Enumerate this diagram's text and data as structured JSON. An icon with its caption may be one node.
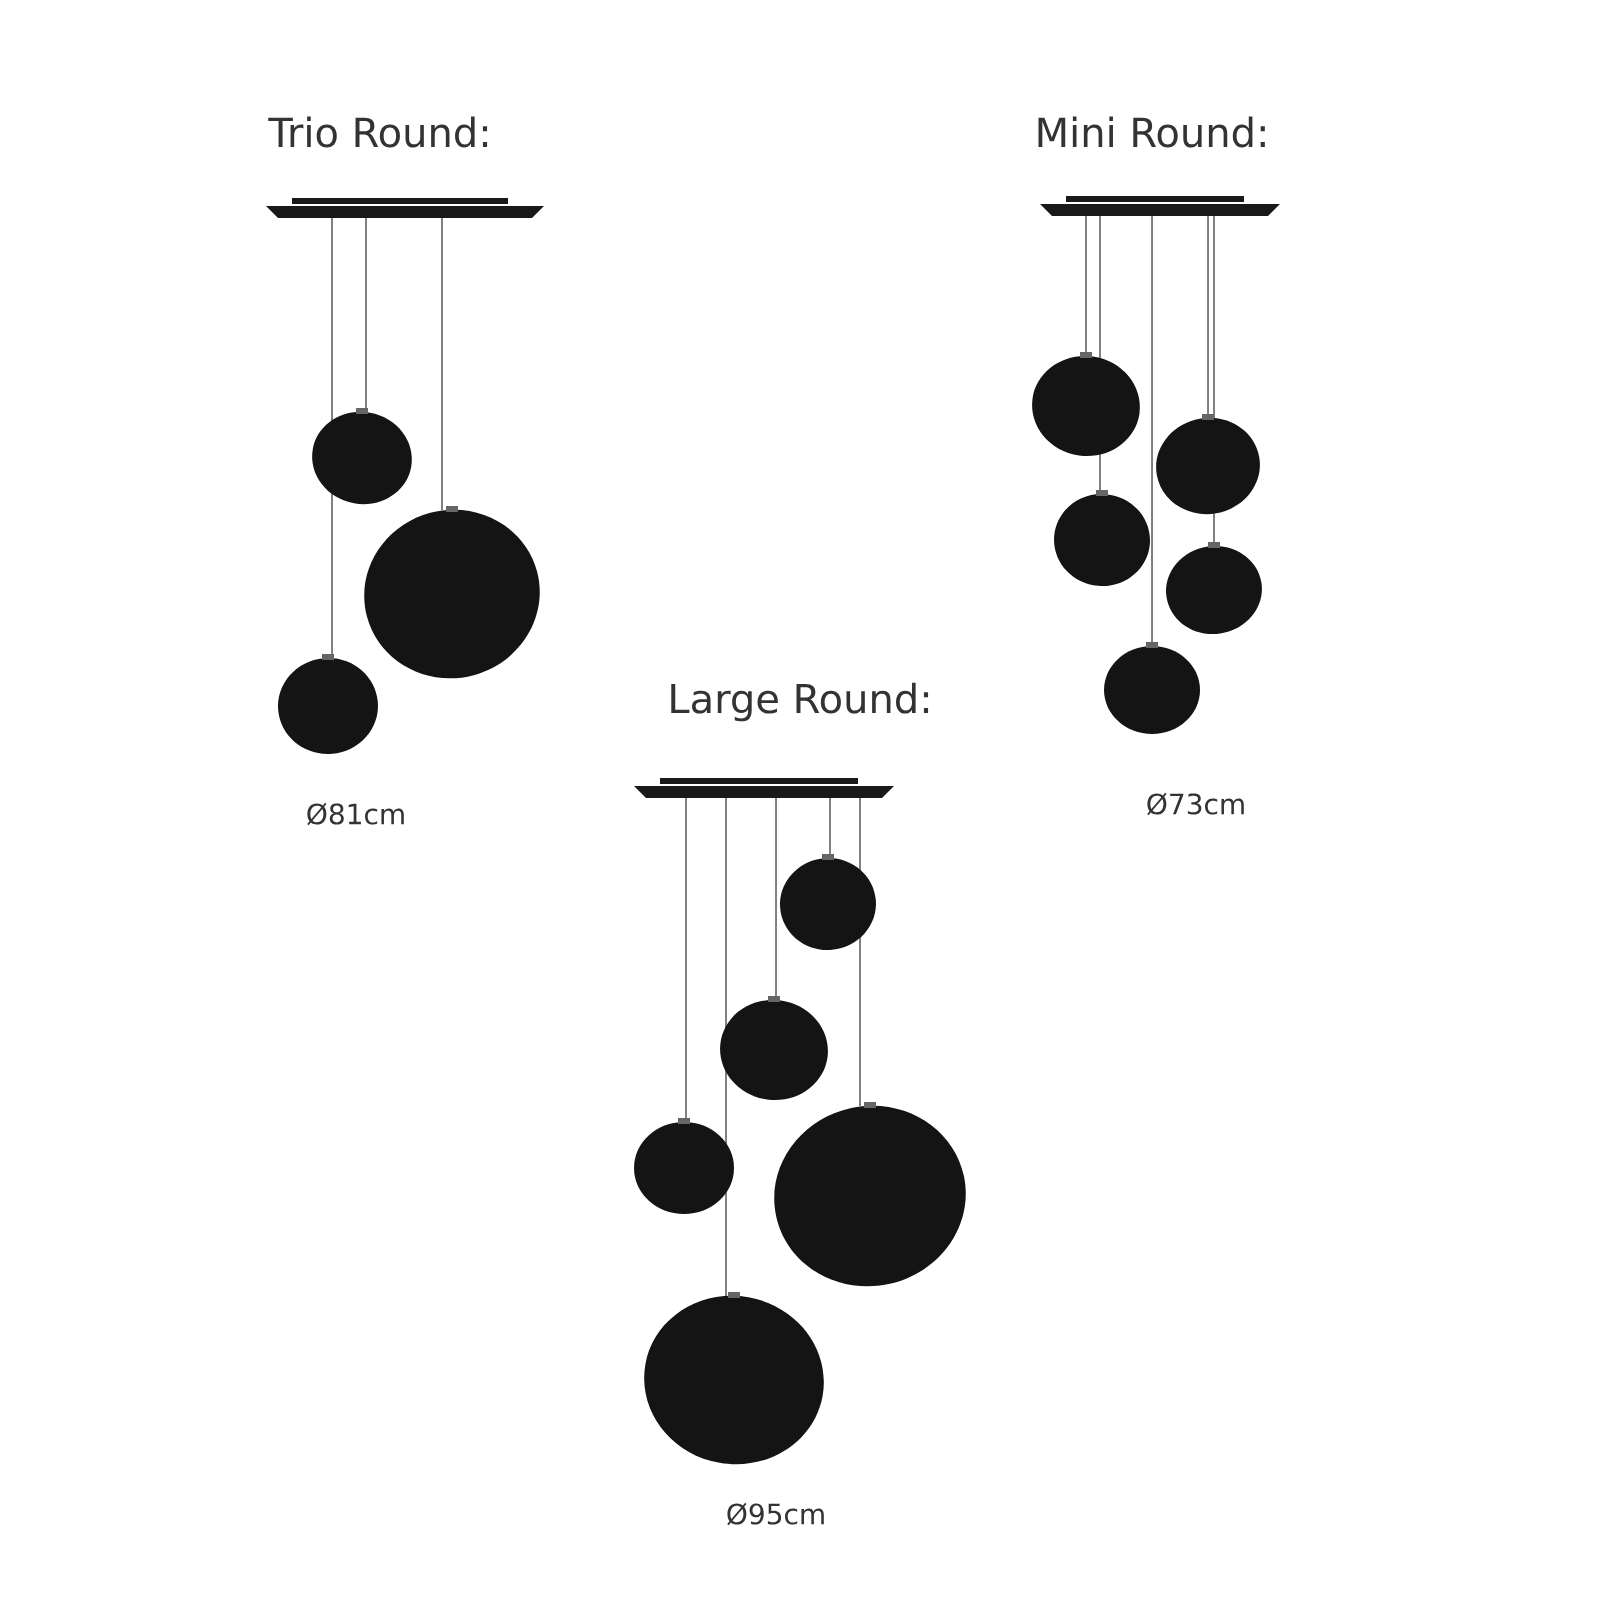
{
  "diagram": {
    "labels": [
      "Trio Round:",
      "Mini Round:",
      "Large Round:",
      "Ø81cm",
      "Ø73cm",
      "Ø95cm"
    ]
  }
}
